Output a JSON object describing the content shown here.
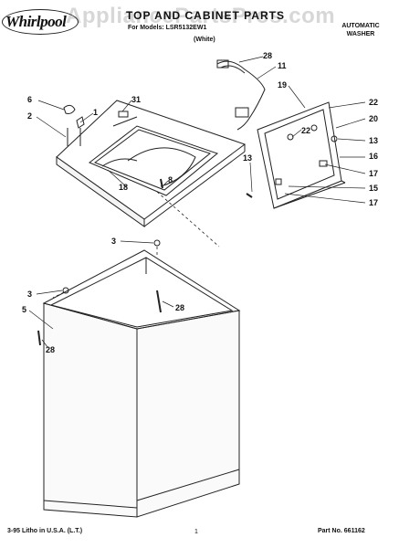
{
  "header": {
    "brand": "Whirlpool",
    "title": "TOP AND CABINET PARTS",
    "for_model": "For Models: LSR5132EW1",
    "color": "(White)",
    "product_line1": "AUTOMATIC",
    "product_line2": "WASHER",
    "watermark": "AppliancePartsPros.com"
  },
  "callouts": [
    "28",
    "11",
    "31",
    "6",
    "1",
    "2",
    "19",
    "22",
    "20",
    "22",
    "13",
    "16",
    "8",
    "18",
    "13",
    "17",
    "15",
    "17",
    "3",
    "28",
    "3",
    "5",
    "28"
  ],
  "footer": {
    "litho": "3-95 Litho in U.S.A. (L.T.)",
    "page": "1",
    "part_number": "Part No. 661162"
  }
}
